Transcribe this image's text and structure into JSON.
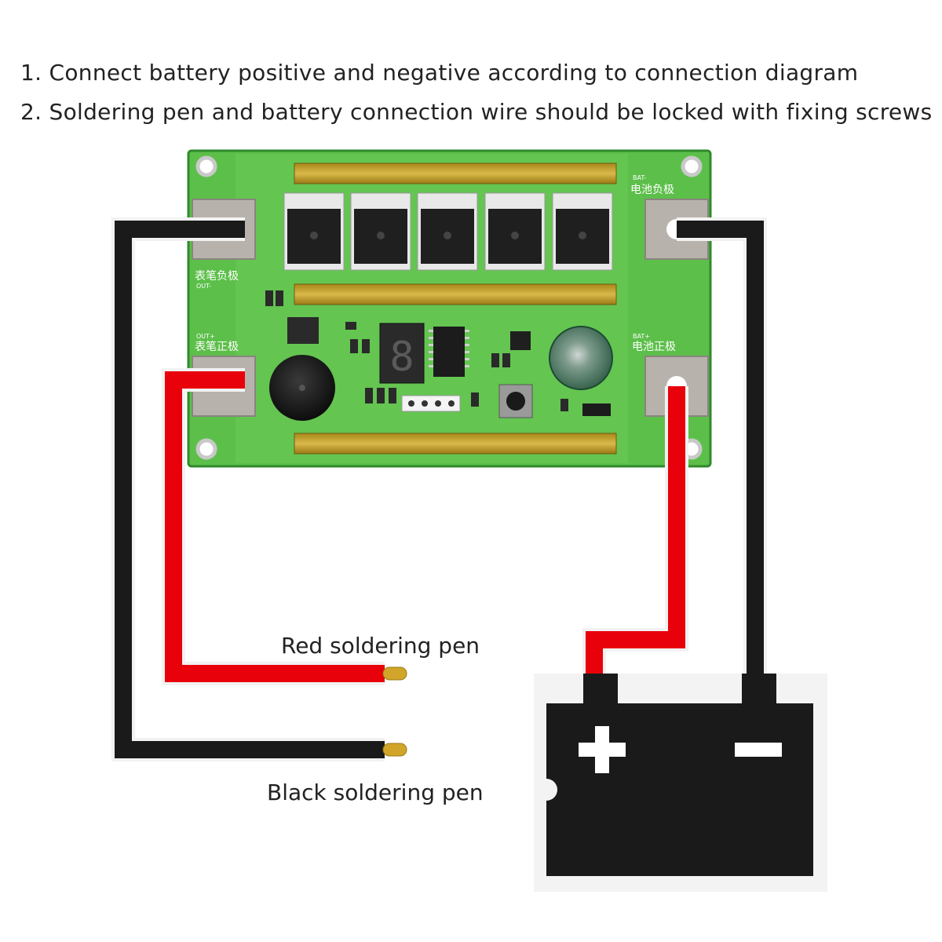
{
  "instructions": [
    "1. Connect battery positive and negative according to connection diagram",
    "2. Soldering pen and battery connection wire should be locked with fixing screws"
  ],
  "labels": {
    "red_pen": "Red soldering pen",
    "black_pen": "Black soldering pen"
  },
  "board": {
    "neg_out_cn": "表笔负极",
    "neg_out_en": "OUT-",
    "pos_out_cn": "表笔正极",
    "pos_out_en": "OUT+",
    "bat_neg_cn": "电池负极",
    "bat_neg_en": "BAT-",
    "bat_pos_cn": "电池正极",
    "bat_pos_en": "BAT+",
    "display_digit": "8"
  },
  "colors": {
    "board": "#5cbf4a",
    "board_edge": "#2f8a2a",
    "wire_red": "#e8000b",
    "wire_black": "#1a1a1a",
    "gold": "#c9a227"
  },
  "icons": {
    "battery": "battery-icon",
    "plus": "plus-sign-icon",
    "minus": "minus-sign-icon"
  }
}
